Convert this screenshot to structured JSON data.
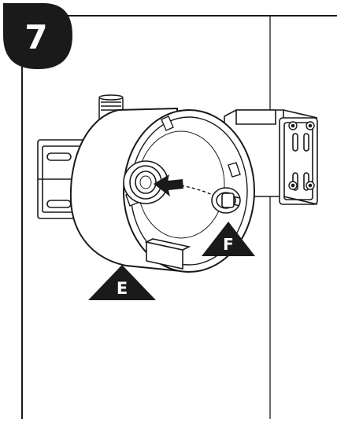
{
  "step": {
    "number": "7"
  },
  "callouts": {
    "e": {
      "label": "E"
    },
    "f": {
      "label": "F"
    }
  },
  "colors": {
    "ink": "#1a1a1a",
    "paper": "#ffffff",
    "badge": "#1a1a1a",
    "badge_text": "#ffffff"
  }
}
